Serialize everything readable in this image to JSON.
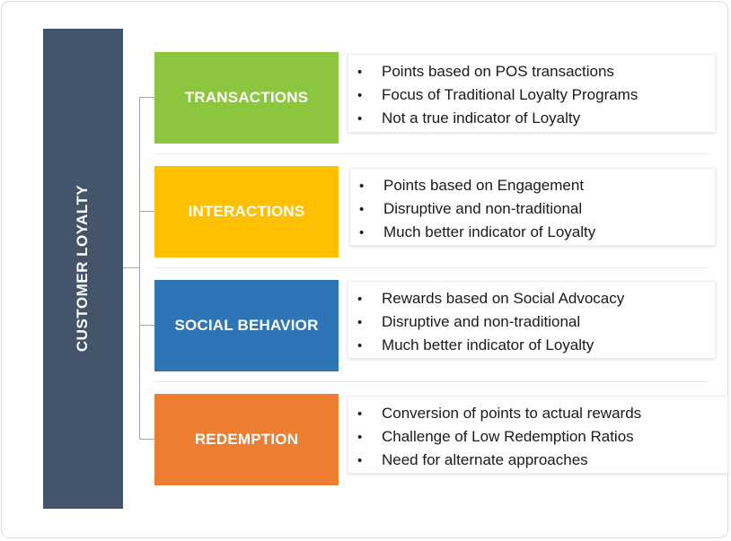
{
  "title": "CUSTOMER LOYALTY",
  "colors": {
    "spine": "#44546a",
    "transactions": "#8cc63f",
    "interactions": "#ffc000",
    "social_behavior": "#2e75b6",
    "redemption": "#ed7d31",
    "connector": "#a6a6a6"
  },
  "bullet_glyph": "•",
  "categories": [
    {
      "label": "TRANSACTIONS",
      "color": "#8cc63f",
      "points": [
        "Points based on POS transactions",
        "Focus of Traditional Loyalty Programs",
        "Not a true indicator of Loyalty"
      ]
    },
    {
      "label": "INTERACTIONS",
      "color": "#ffc000",
      "points": [
        "Points based on Engagement",
        "Disruptive and non-traditional",
        "Much better indicator of Loyalty"
      ]
    },
    {
      "label": "SOCIAL BEHAVIOR",
      "color": "#2e75b6",
      "points": [
        "Rewards based on Social Advocacy",
        "Disruptive and non-traditional",
        "Much better indicator of Loyalty"
      ]
    },
    {
      "label": "REDEMPTION",
      "color": "#ed7d31",
      "points": [
        "Conversion of points to actual rewards",
        "Challenge of Low Redemption Ratios",
        "Need for alternate approaches"
      ]
    }
  ]
}
